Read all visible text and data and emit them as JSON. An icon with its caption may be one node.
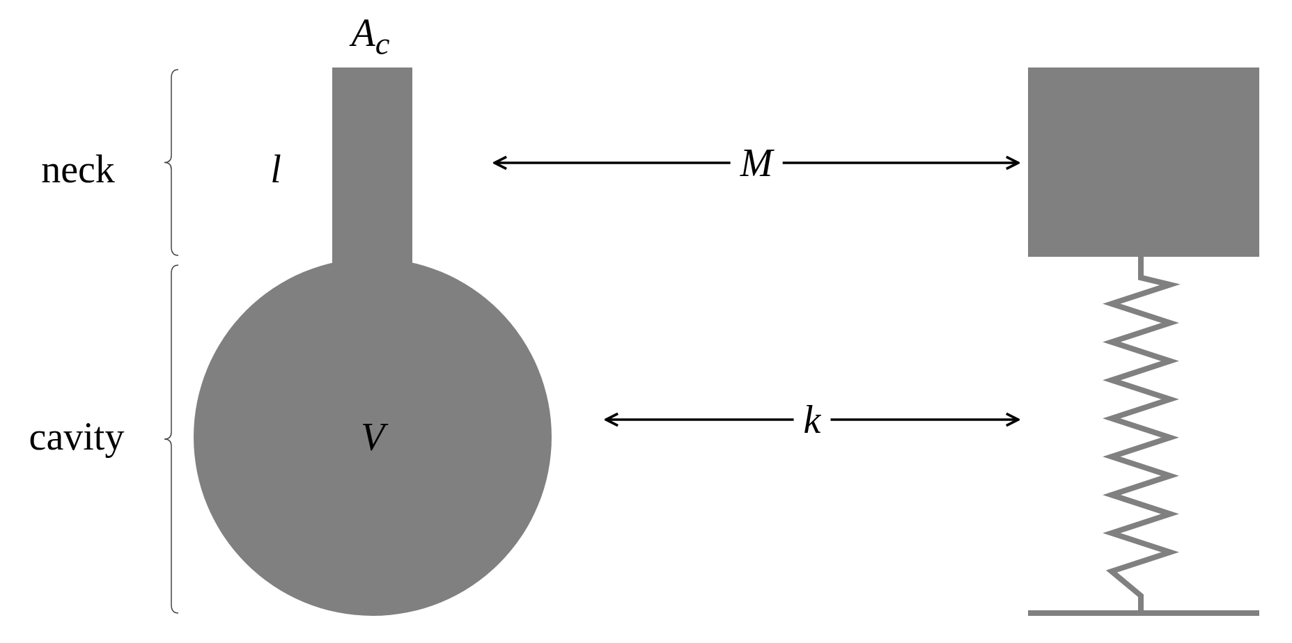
{
  "diagram": {
    "nodes": [
      {
        "text": [],
        "shape": "bar",
        "beside": [
          "A$_{c}$",
          "l"
        ]
      },
      {
        "text": [
          "V"
        ]
      },
      {
        "text": [],
        "shape": "box"
      },
      {
        "text": [],
        "shape": "spring"
      }
    ],
    "edges": [
      {
        "from": 0,
        "to": 2,
        "arrow": "both",
        "label": "M"
      },
      {
        "from": 1,
        "to": 3,
        "arrow": "both",
        "label": "k"
      }
    ],
    "labels": [
      "neck",
      "cavity"
    ]
  }
}
